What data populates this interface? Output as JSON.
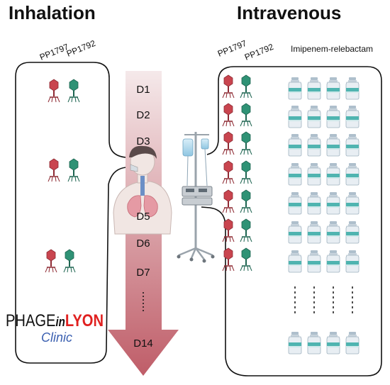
{
  "headings": {
    "left": "Inhalation",
    "right": "Intravenous"
  },
  "phages_left": [
    "PP1797",
    "PP1792"
  ],
  "phages_right": [
    "PP1797",
    "PP1792"
  ],
  "drug_label": "Imipenem-relebactam",
  "days": [
    "D1",
    "D2",
    "D3",
    "D5",
    "D6",
    "D7",
    "D14"
  ],
  "logo": {
    "part1": "PHAGE",
    "part2": "in",
    "part3": "LYON",
    "sub": "Clinic"
  },
  "colors": {
    "phage_red": "#c9454f",
    "phage_green": "#2f9275",
    "arrow_top": "#f4e4e6",
    "arrow_bottom": "#c0646e",
    "logo_red": "#e0201f",
    "logo_blue": "#3a5fb0"
  }
}
